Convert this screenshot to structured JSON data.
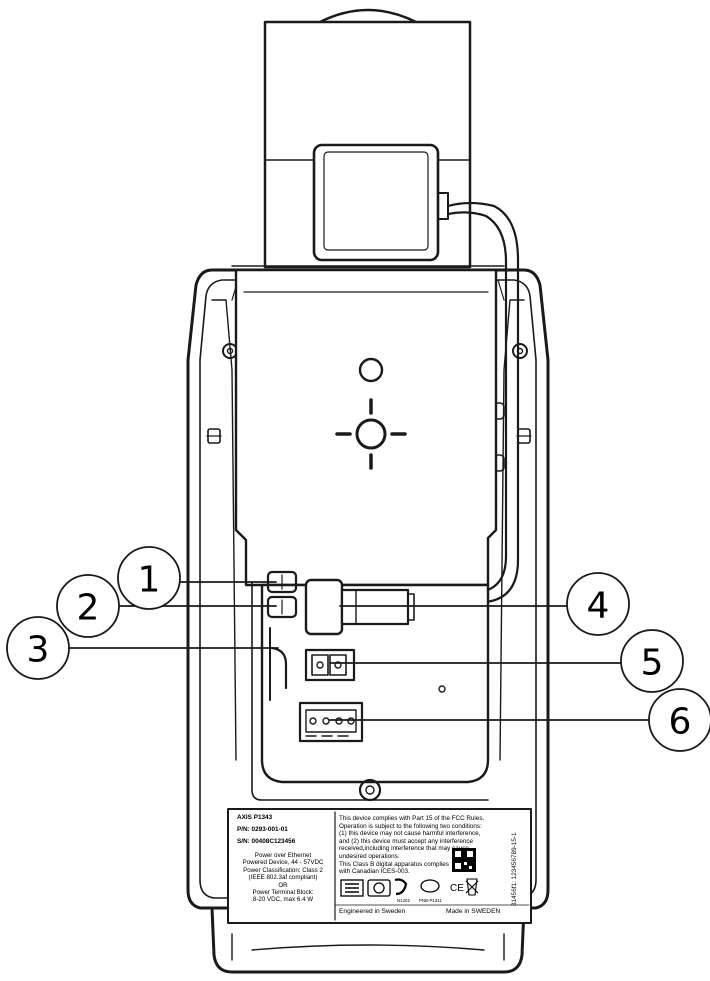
{
  "callouts": [
    "1",
    "2",
    "3",
    "4",
    "5",
    "6"
  ],
  "product_label": {
    "model": "AXIS P1343",
    "part_number": "P/N: 0293-001-01",
    "serial_number": "S/N: 00408C123456",
    "power_lines": [
      "Power over Ethernet",
      "Powered Device, 44 - 57VDC",
      "Power Classification: Class 2",
      "(IEEE 802.3af compliant)",
      "OR",
      "Power Terminal Block:",
      "8-20 VDC, max 6.4 W"
    ],
    "fcc_lines": [
      "This device complies with Part 15 of the FCC Rules.",
      "Operation is subject to the following two conditions:",
      "(1) this device may not cause harmful interference,",
      "and (2) this device must accept any interference",
      "received,including interference that may cause",
      "undesired operations.",
      "This Class B digital apparatus complies",
      "with Canadian ICES-003."
    ],
    "rotated_code": "31456f1: 123456789-15-1",
    "mark_codes": [
      "N1202",
      "PNB-P1311"
    ],
    "engineered": "Engineered in Sweden",
    "made_in": "Made in SWEDEN"
  },
  "colors": {
    "line": "#1a1a1a",
    "background": "#ffffff"
  }
}
